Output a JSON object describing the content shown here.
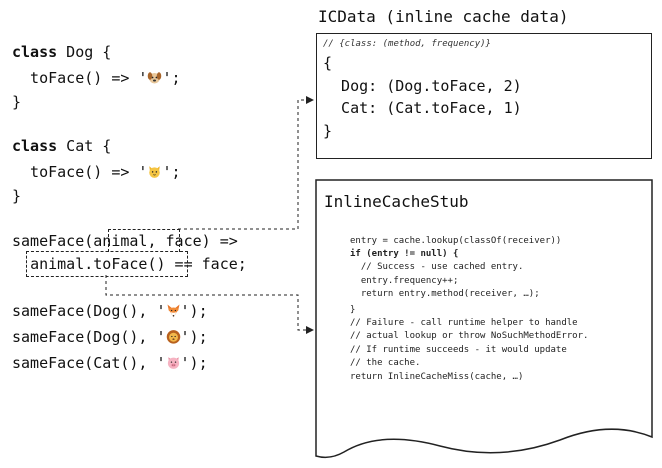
{
  "source_code": {
    "dog_class": {
      "keyword": "class",
      "rest": " Dog {",
      "method_before": "  toFace() => '",
      "method_after": "';",
      "close": "}",
      "face_icon": "dog-face-emoji"
    },
    "cat_class": {
      "keyword": "class",
      "rest": " Cat {",
      "method_before": "  toFace() => '",
      "method_after": "';",
      "close": "}",
      "face_icon": "cat-face-emoji"
    },
    "same_face_decl_before": "sameFace(",
    "same_face_decl_boxed": "animal,",
    "same_face_decl_after": " face) =>",
    "same_face_body_boxed": "animal.toFace()",
    "same_face_body_after": " == face;",
    "calls": [
      {
        "before": "sameFace(Dog(), '",
        "after": "');",
        "face_icon": "fox-face-emoji"
      },
      {
        "before": "sameFace(Dog(), '",
        "after": "');",
        "face_icon": "lion-face-emoji"
      },
      {
        "before": "sameFace(Cat(), '",
        "after": "');",
        "face_icon": "pig-face-emoji"
      }
    ]
  },
  "icdata": {
    "title": "ICData (inline cache data)",
    "comment": "// {class: (method, frequency)}",
    "open_brace": "{",
    "entries": [
      "  Dog: (Dog.toFace, 2)",
      "  Cat: (Cat.toFace, 1)"
    ],
    "close_brace": "}"
  },
  "stub": {
    "title": "InlineCacheStub",
    "lines": [
      "entry = cache.lookup(classOf(receiver))",
      "if (entry != null) {",
      "  // Success - use cached entry.",
      "  entry.frequency++;",
      "  return entry.method(receiver, …);",
      "}",
      "// Failure - call runtime helper to handle",
      "// actual lookup or throw NoSuchMethodError.",
      "// If runtime succeeds - it would update",
      "// the cache.",
      "return InlineCacheMiss(cache, …)"
    ]
  },
  "colors": {
    "dog": "#c9853c",
    "cat": "#f0b429",
    "fox": "#e8762a",
    "lion": "#d9962b",
    "pig": "#f2a7b5",
    "ink": "#222222"
  }
}
